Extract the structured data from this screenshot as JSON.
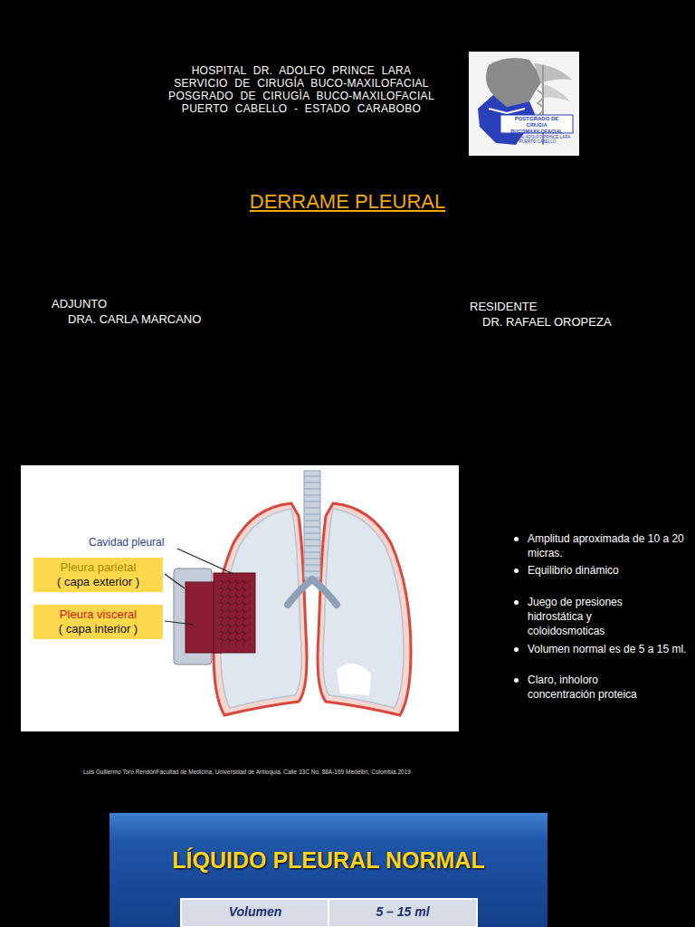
{
  "diagram": {
    "title": "DERRAME PLEURAL",
    "nodes": [
      {
        "text": [
          "Pleura parietal",
          "( capa exterior )"
        ]
      },
      {
        "text": [
          "Pleura visceral",
          "( capa interior )"
        ]
      }
    ],
    "labels": [
      "HOSPITAL DR. ADOLFO PRINCE LARA",
      "SERVICIO DE CIRUGÍA BUCO-MAXILOFACIAL",
      "POSGRADO DE CIRUGÌA BUCO-MAXILOFACIAL",
      "PUERTO CABELLO - ESTADO CARABOBO",
      "ADJUNTO",
      "DRA. CARLA MARCANO",
      "RESIDENTE",
      "DR. RAFAEL OROPEZA",
      "Cavidad pleural",
      "Amplitud aproximada de 10 a 20 micras.",
      "Equilibrio dinámico",
      "Juego de presiones hidrostática y coloidosmoticas",
      "Volumen normal es de 5 a 15 ml.",
      "Claro, inholoro concentración proteica",
      "Luis Guillermo Toro RendónFacultad de Medicina, Universidad de Antioquia. Calle 33C No. 88A-169 Medellín, Colombia.2019",
      "LÍQUIDO PLEURAL NORMAL",
      "Volumen",
      "5 – 15 ml",
      "POSTGRADO DE",
      "CIRUGIA BUCOMAXILOFACIAL",
      "HOSPITAL ADOLFO PRINCE LARA PUERTO CABELLO"
    ]
  }
}
